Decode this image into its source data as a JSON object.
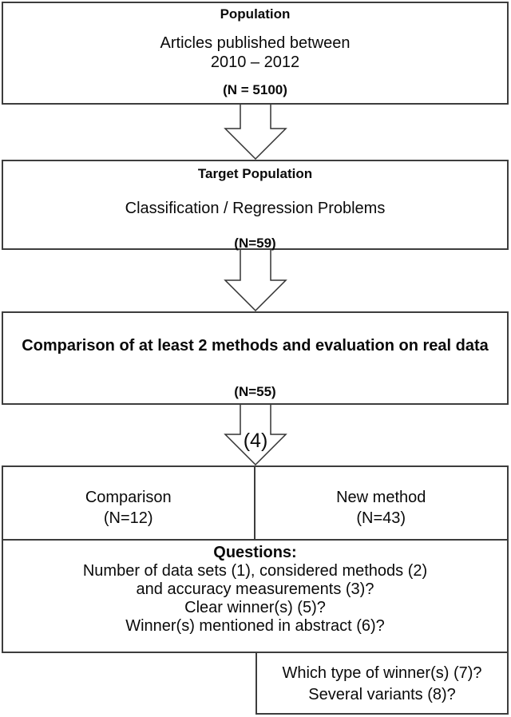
{
  "colors": {
    "border": "#3d3d3d",
    "text": "#0a0a0a",
    "background": "#ffffff"
  },
  "boxes": {
    "population": {
      "title": "Population",
      "body_line1": "Articles published between",
      "body_line2": "2010 – 2012",
      "n_label": "(N = 5100)"
    },
    "target_population": {
      "title": "Target Population",
      "body": "Classification / Regression Problems",
      "n_label": "(N=59)"
    },
    "comparison_eval": {
      "title": "Comparison of at least 2 methods and evaluation on real data",
      "n_label": "(N=55)"
    },
    "split": {
      "comparison": {
        "label": "Comparison",
        "n_label": "(N=12)"
      },
      "new_method": {
        "label": "New method",
        "n_label": "(N=43)"
      }
    },
    "questions": {
      "title": "Questions:",
      "lines": [
        "Number of data sets (1), considered methods (2)",
        "and accuracy measurements (3)?",
        "Clear winner(s) (5)?",
        "Winner(s) mentioned in abstract (6)?"
      ]
    },
    "new_method_questions": {
      "lines": [
        "Which type of winner(s) (7)?",
        "Several variants (8)?"
      ]
    }
  },
  "arrows": {
    "excluded_label": "(4)"
  }
}
